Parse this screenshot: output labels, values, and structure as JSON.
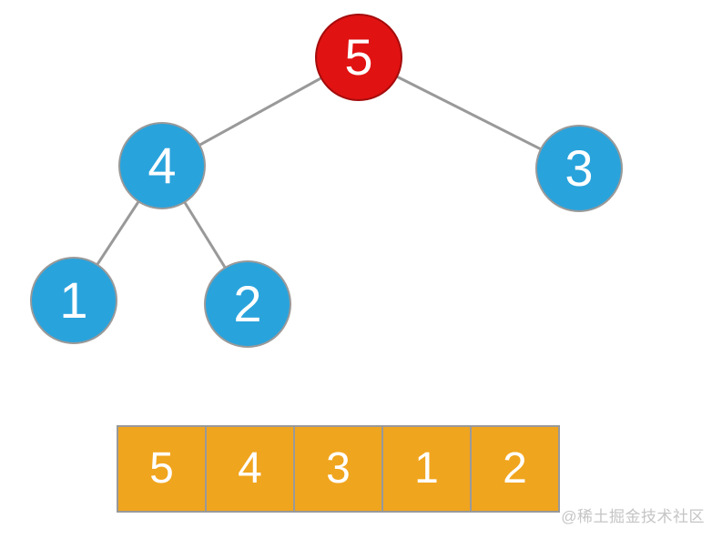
{
  "diagram": {
    "description_type": "binary-tree-with-array",
    "tree": {
      "nodes": [
        {
          "label": "5",
          "role": "root",
          "fill": "#e11212"
        },
        {
          "label": "4",
          "role": "child",
          "fill": "#29a3dc"
        },
        {
          "label": "3",
          "role": "child",
          "fill": "#29a3dc"
        },
        {
          "label": "1",
          "role": "child",
          "fill": "#29a3dc"
        },
        {
          "label": "2",
          "role": "child",
          "fill": "#29a3dc"
        }
      ],
      "edges": [
        {
          "from": "5",
          "to": "4"
        },
        {
          "from": "5",
          "to": "3"
        },
        {
          "from": "4",
          "to": "1"
        },
        {
          "from": "4",
          "to": "2"
        }
      ]
    },
    "array": {
      "values": [
        "5",
        "4",
        "3",
        "1",
        "2"
      ],
      "cell_color": "#f0a51e"
    },
    "colors": {
      "root_node_fill": "#e11212",
      "root_node_border": "#a50c0c",
      "child_node_fill": "#29a3dc",
      "node_border": "#999999",
      "edge_stroke": "#999999",
      "array_border": "#999999",
      "text": "#ffffff",
      "watermark": "#c5c5c5",
      "background": "#ffffff"
    }
  },
  "watermark": "@稀土掘金技术社区"
}
